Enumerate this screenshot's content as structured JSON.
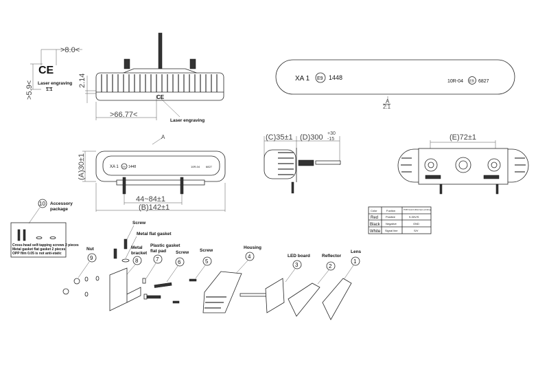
{
  "side_view": {
    "dim_top": ">8.0<",
    "dim_left": ">5.9<",
    "ce_mark": "CE",
    "laser_label_1": "Laser engraving",
    "scale_1": "1:1",
    "dim_height": "2.14",
    "dim_width": ">66.77<",
    "laser_label_2": "Laser engraving"
  },
  "lens_plate": {
    "left_text": "XA 1",
    "left_mark": "E9",
    "left_code": "1448",
    "right_text": "10R-04",
    "right_mark": "E9",
    "right_code": "6827",
    "view_label": "A",
    "scale": "2:1"
  },
  "front_view": {
    "view_label": "A",
    "dim_height": "(A)30±1",
    "dim_mount": "44~84±1",
    "dim_length": "(B)142±1",
    "plate_left": "XA 1",
    "plate_left_mark": "E9",
    "plate_left_code": "1448",
    "plate_right": "10R-04",
    "plate_right_code": "6827"
  },
  "profile_view": {
    "dim_depth": "(C)35±1",
    "dim_cable": "(D)300",
    "tol_plus": "+30",
    "tol_minus": "-15"
  },
  "rear_view": {
    "dim_spacing": "(E)72±1"
  },
  "wiring_table": {
    "headers": [
      "Color",
      "Fuction",
      "PCB board silkscreen printing"
    ],
    "rows": [
      [
        "Red",
        "Positive",
        "9-30V/S"
      ],
      [
        "Black",
        "Negative",
        "GND"
      ],
      [
        "White",
        "Signal line",
        "S/V"
      ]
    ]
  },
  "accessory": {
    "number": "10",
    "title_1": "Accessory",
    "title_2": "package",
    "lines": [
      "Cross-head self-tapping screws 2 pieces",
      "Metal gasket flat gasket 2 pieces",
      "OPP film 0.05 is not anti-static"
    ]
  },
  "parts": [
    {
      "number": "1",
      "label": "Lens"
    },
    {
      "number": "2",
      "label": "Reflector"
    },
    {
      "number": "3",
      "label": "LED board"
    },
    {
      "number": "4",
      "label": "Housing"
    },
    {
      "number": "5",
      "label": "Screw"
    },
    {
      "number": "6",
      "label": "Screw"
    },
    {
      "number": "7",
      "label": "Plastic gasket",
      "label2": "flat pad"
    },
    {
      "number": "8",
      "label": "Metal",
      "label2": "bracket"
    },
    {
      "number": "9",
      "label": "Nut"
    }
  ],
  "extra_labels": {
    "screw": "Screw",
    "metal_flat_gasket": "Metal flat gasket"
  }
}
